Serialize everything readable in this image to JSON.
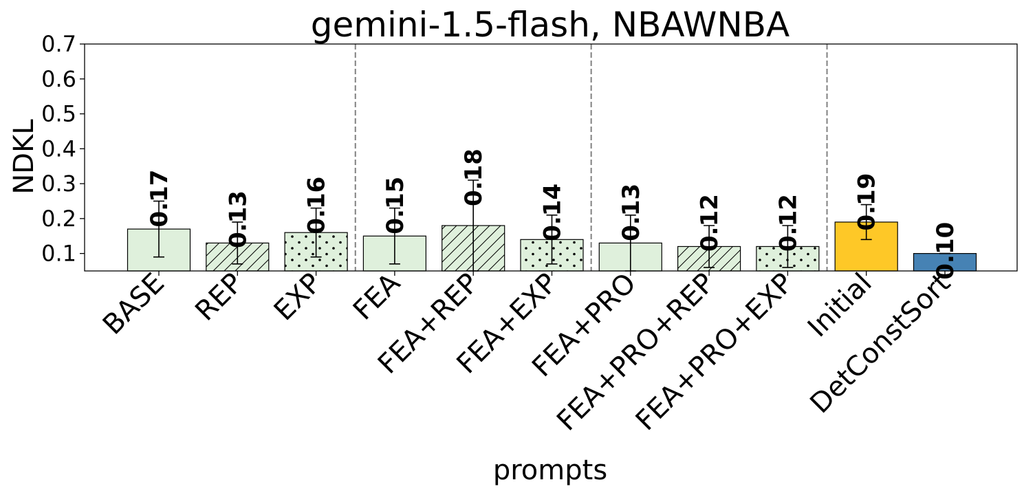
{
  "chart_data": {
    "type": "bar",
    "title": "gemini-1.5-flash, NBAWNBA",
    "xlabel": "prompts",
    "ylabel": "NDKL",
    "ylim": [
      0.05,
      0.7
    ],
    "yticks": [
      0.1,
      0.2,
      0.3,
      0.4,
      0.5,
      0.6,
      0.7
    ],
    "ytick_labels": [
      "0.1",
      "0.2",
      "0.3",
      "0.4",
      "0.5",
      "0.6",
      "0.7"
    ],
    "categories": [
      "BASE",
      "REP",
      "EXP",
      "FEA",
      "FEA+REP",
      "FEA+EXP",
      "FEA+PRO",
      "FEA+PRO+REP",
      "FEA+PRO+EXP",
      "Initial",
      "DetConstSort"
    ],
    "values": [
      0.17,
      0.13,
      0.16,
      0.15,
      0.18,
      0.14,
      0.13,
      0.12,
      0.12,
      0.19,
      0.1
    ],
    "value_labels": [
      "0.17",
      "0.13",
      "0.16",
      "0.15",
      "0.18",
      "0.14",
      "0.13",
      "0.12",
      "0.12",
      "0.19",
      "0.10"
    ],
    "error_low": [
      0.09,
      0.07,
      0.09,
      0.07,
      0.05,
      0.07,
      0.05,
      0.06,
      0.06,
      0.14,
      0.1
    ],
    "error_high": [
      0.25,
      0.19,
      0.23,
      0.23,
      0.31,
      0.21,
      0.21,
      0.18,
      0.18,
      0.24,
      0.1
    ],
    "patterns": [
      "none",
      "hatch",
      "dots",
      "none",
      "hatch",
      "dots",
      "none",
      "hatch",
      "dots",
      "none",
      "none"
    ],
    "colors": [
      "#dff0dc",
      "#dff0dc",
      "#dff0dc",
      "#dff0dc",
      "#dff0dc",
      "#dff0dc",
      "#dff0dc",
      "#dff0dc",
      "#dff0dc",
      "#fec827",
      "#4682b4"
    ],
    "group_separators_after": [
      2,
      5,
      8
    ],
    "grid": false,
    "legend": "none"
  }
}
